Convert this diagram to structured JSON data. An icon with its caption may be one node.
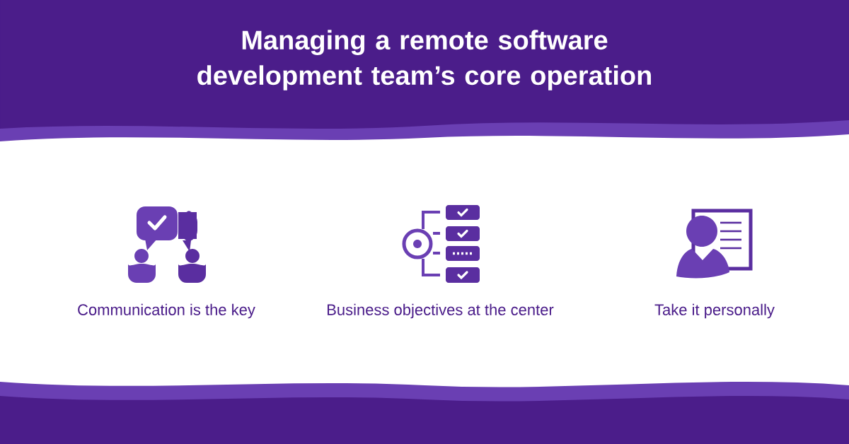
{
  "diagram": {
    "title": "Managing a remote software development team’s core operation",
    "labels": [
      "Communication is the key",
      "Business objectives at the center",
      "Take it personally"
    ]
  }
}
